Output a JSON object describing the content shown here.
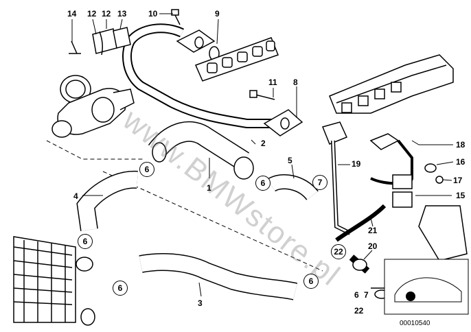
{
  "watermark": "www.BMWstore.pl",
  "image_code": "00010540",
  "plain_labels": [
    {
      "id": "l14a",
      "text": "14"
    },
    {
      "id": "l12a",
      "text": "12"
    },
    {
      "id": "l12b",
      "text": "12"
    },
    {
      "id": "l13",
      "text": "13"
    },
    {
      "id": "l10",
      "text": "10"
    },
    {
      "id": "l9",
      "text": "9"
    },
    {
      "id": "l11",
      "text": "11"
    },
    {
      "id": "l8",
      "text": "8"
    },
    {
      "id": "l2",
      "text": "2"
    },
    {
      "id": "l5",
      "text": "5"
    },
    {
      "id": "l1",
      "text": "1"
    },
    {
      "id": "l4",
      "text": "4"
    },
    {
      "id": "l19",
      "text": "19"
    },
    {
      "id": "l18",
      "text": "18"
    },
    {
      "id": "l16",
      "text": "16"
    },
    {
      "id": "l17",
      "text": "17"
    },
    {
      "id": "l15",
      "text": "15"
    },
    {
      "id": "l21",
      "text": "21"
    },
    {
      "id": "l20",
      "text": "20"
    },
    {
      "id": "l3",
      "text": "3"
    },
    {
      "id": "k6",
      "text": "6"
    },
    {
      "id": "k7",
      "text": "7"
    },
    {
      "id": "k22",
      "text": "22"
    }
  ],
  "circled_labels": [
    {
      "id": "c6a",
      "text": "6"
    },
    {
      "id": "c6b",
      "text": "6"
    },
    {
      "id": "c6c",
      "text": "6"
    },
    {
      "id": "c6d",
      "text": "6"
    },
    {
      "id": "c6e",
      "text": "6"
    },
    {
      "id": "c7",
      "text": "7"
    },
    {
      "id": "c22",
      "text": "22"
    }
  ]
}
